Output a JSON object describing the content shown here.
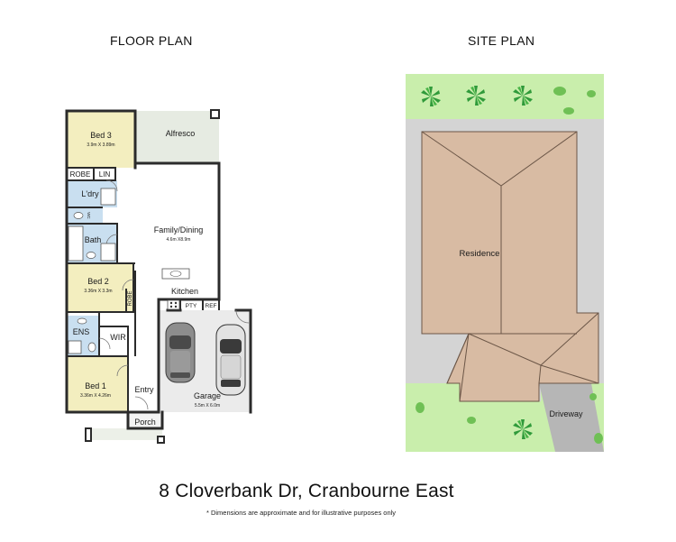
{
  "headings": {
    "floor_plan": "FLOOR PLAN",
    "site_plan": "SITE PLAN"
  },
  "rooms": {
    "bed3": {
      "name": "Bed 3",
      "dims": "3.9m X 3.89m"
    },
    "alfresco": {
      "name": "Alfresco"
    },
    "robe_top": {
      "name": "ROBE"
    },
    "lin": {
      "name": "LIN"
    },
    "ldry": {
      "name": "L'dry"
    },
    "wc": {
      "name": "WC"
    },
    "family": {
      "name": "Family/Dining",
      "dims": "4.6m X8.9m"
    },
    "bath": {
      "name": "Bath"
    },
    "bed2": {
      "name": "Bed 2",
      "dims": "3.36m X 3.3m"
    },
    "robe_side": {
      "name": "ROBE"
    },
    "kitchen": {
      "name": "Kitchen"
    },
    "pty": {
      "name": "PTY"
    },
    "ref": {
      "name": "REF"
    },
    "ens": {
      "name": "ENS"
    },
    "wir": {
      "name": "WIR"
    },
    "bed1": {
      "name": "Bed 1",
      "dims": "3.36m X 4.26m"
    },
    "entry": {
      "name": "Entry"
    },
    "garage": {
      "name": "Garage",
      "dims": "5.5m X 6.0m"
    },
    "porch": {
      "name": "Porch"
    }
  },
  "site": {
    "residence": "Residence",
    "driveway": "Driveway"
  },
  "address": "8 Cloverbank Dr, Cranbourne East",
  "disclaimer": "* Dimensions are approximate and for illustrative purposes only",
  "colors": {
    "bedroom": "#f3eebf",
    "wet_area": "#c9dff0",
    "living": "#ffffff",
    "alfresco": "#e6ebe2",
    "garage": "#ebebeb",
    "roof": "#d8bba3",
    "lawn": "#c9eeac",
    "paving": "#d4d4d4",
    "wall": "#2b2b2b"
  }
}
